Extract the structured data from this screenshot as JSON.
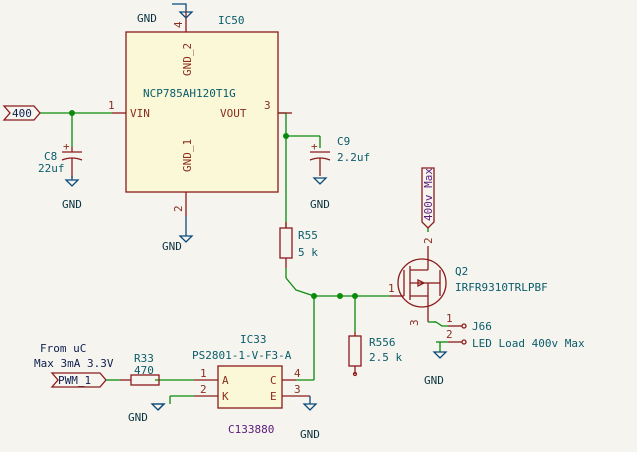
{
  "ic50": {
    "ref": "IC50",
    "value": "NCP785AH120T1G",
    "pin_vin": "VIN",
    "pin_vout": "VOUT",
    "pin_gnd1": "GND_1",
    "pin_gnd2": "GND_2",
    "pin1": "1",
    "pin2": "2",
    "pin3": "3",
    "pin4": "4"
  },
  "c8": {
    "ref": "C8",
    "value": "22uf"
  },
  "c9": {
    "ref": "C9",
    "value": "2.2uf"
  },
  "r55": {
    "ref": "R55",
    "value": "5 k"
  },
  "r556": {
    "ref": "R556",
    "value": "2.5 k"
  },
  "r33": {
    "ref": "R33",
    "value": "470"
  },
  "q2": {
    "ref": "Q2",
    "value": "IRFR9310TRLPBF",
    "pin1": "1",
    "pin2": "2",
    "pin3": "3"
  },
  "ic33": {
    "ref": "IC33",
    "value": "PS2801-1-V-F3-A",
    "footprint": "C133880",
    "pin_a": "A",
    "pin_k": "K",
    "pin_c": "C",
    "pin_e": "E",
    "pin1": "1",
    "pin2": "2",
    "pin3": "3",
    "pin4": "4"
  },
  "j66": {
    "ref": "J66",
    "pin1": "1",
    "pin2": "2",
    "label": "LED Load 400v Max"
  },
  "labels": {
    "in400": "400",
    "pwm": "PWM_1",
    "vmax": "400v Max",
    "from_uc": "From  uC",
    "max_spec": "Max 3mA 3.3V"
  },
  "gnd": "GND"
}
